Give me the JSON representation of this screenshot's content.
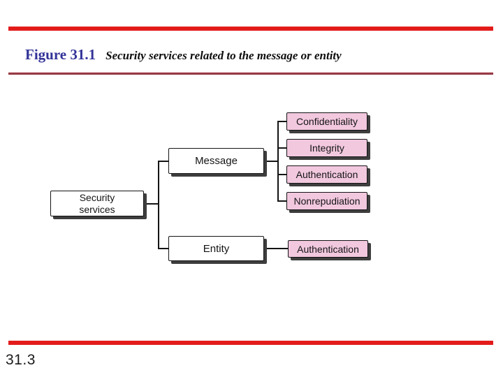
{
  "caption": {
    "label": "Figure 31.1",
    "title": "Security services related to the message or entity"
  },
  "footer": {
    "page_number": "31.3"
  },
  "colors": {
    "top_rule_red": "#e31b1b",
    "caption_underline_maroon": "#963a44",
    "bottom_rule_red": "#e31b1b",
    "figure_label_blue": "#333399",
    "leaf_node_pink": "#f2c8df",
    "node_border": "#141414",
    "node_shadow": "#3e3e3e",
    "connector": "#141414"
  },
  "diagram": {
    "root": {
      "label": "Security services"
    },
    "branches": [
      {
        "label": "Message",
        "children": [
          "Confidentiality",
          "Integrity",
          "Authentication",
          "Nonrepudiation"
        ]
      },
      {
        "label": "Entity",
        "children": [
          "Authentication"
        ]
      }
    ]
  }
}
